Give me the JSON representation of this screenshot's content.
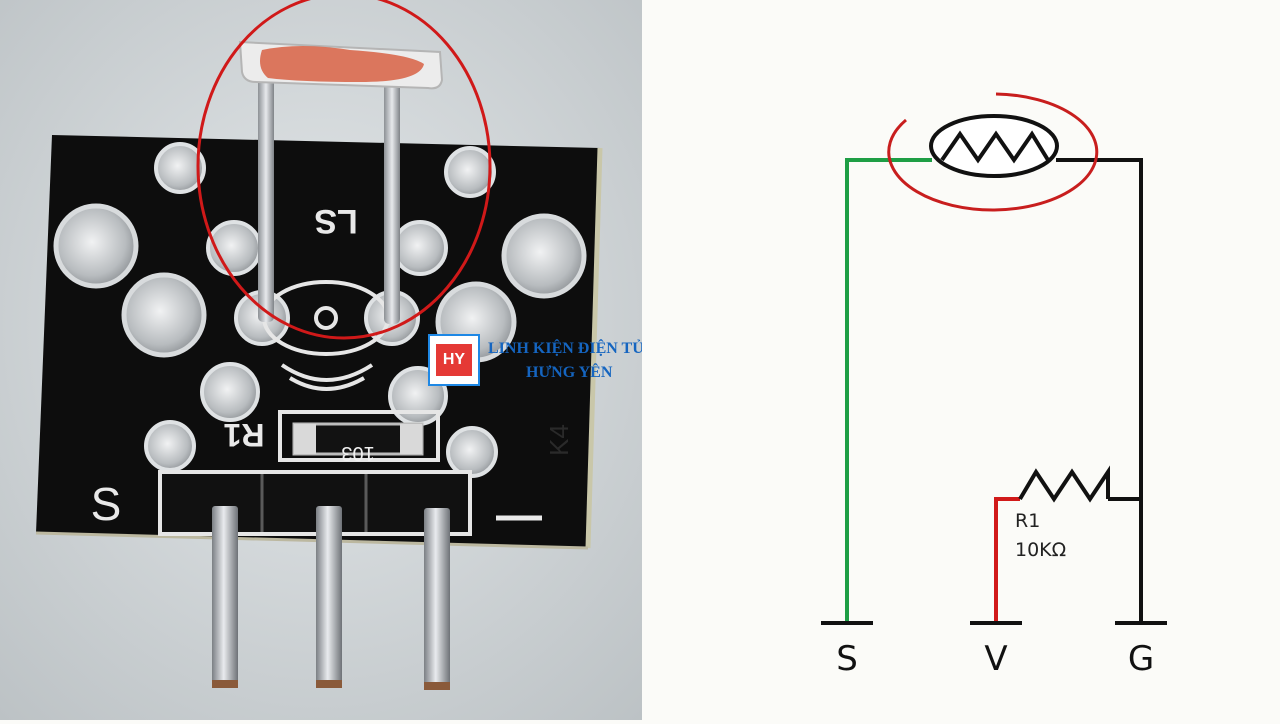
{
  "photo": {
    "silk_s_label": "S",
    "silk_r1_label": "R1",
    "silk_ls_label": "LS",
    "smd_code": "103",
    "board_edge_text": "K4",
    "colors": {
      "board": "#0e0e0e",
      "photo_background": "#cfd4d6",
      "ldr_head": "#d9694e",
      "highlight_circle": "#d01919"
    }
  },
  "watermark": {
    "logo_text": "HY",
    "line1": "LINH KIỆN ĐIỆN TỬ",
    "line2": "HƯNG YÊN"
  },
  "schematic": {
    "resistor_name": "R1",
    "resistor_value": "10KΩ",
    "pins": [
      "S",
      "V",
      "G"
    ],
    "colors": {
      "signal_wire": "#1e9e45",
      "vcc_wire": "#d11a1a",
      "ground_wire": "#111111",
      "highlight_circle": "#c81e1e"
    }
  }
}
